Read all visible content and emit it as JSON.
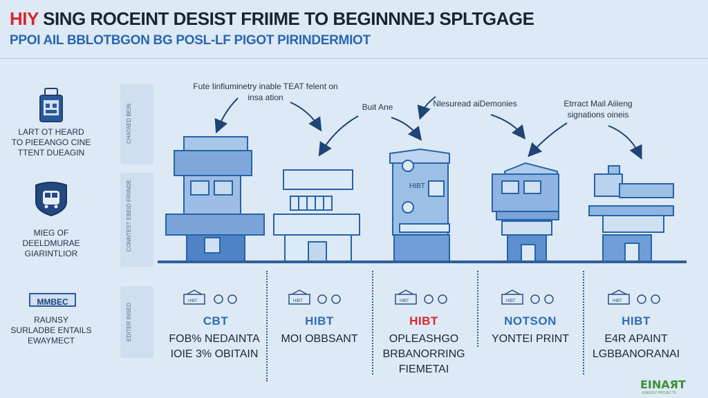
{
  "header": {
    "title_highlight": "HIY",
    "title_rest": " SING ROCEINT DESIST FRIIME TO BEGINNNEJ SPLTGAGE",
    "subtitle": "PPOI AIL BBLOTBGON BG POSL-LF PIGOT PIRINDERMIOT"
  },
  "left_panel": [
    {
      "icon": "building-badge-icon",
      "lines": [
        "LART OT HEARD",
        "TO PIEEANGO CINE",
        "TTENT DUEAGIN"
      ]
    },
    {
      "icon": "train-shield-icon",
      "lines": [
        "MIEG OF",
        "DEELDMURAE",
        "GIARINTLIOR"
      ]
    },
    {
      "icon": "label-tag-icon",
      "badge": "MMBEC",
      "lines": [
        "RAUNSY",
        "SURLADBE ENTAILS",
        "EWAYMECT"
      ]
    }
  ],
  "side_labels": [
    "CHATAED BEIN",
    "CONNTEST EBEID FRIINDE",
    "EDITER INSED"
  ],
  "annotations": [
    {
      "lines": [
        "Fute Iinfiuminetry inable TEAT felent on",
        "insa ation"
      ]
    },
    {
      "lines": [
        "Buit Ane"
      ]
    },
    {
      "lines": [
        "Nlesuread aiDemonies"
      ]
    },
    {
      "lines": [
        "Etrract Mail Aiiieng",
        "signations oineis"
      ]
    }
  ],
  "columns": [
    {
      "code": "CBT",
      "code_color": "#2f6cb5",
      "desc": [
        "FOB% NEDAINTA",
        "IOIE 3% OBITAIN"
      ],
      "icon_badge": "HIBT"
    },
    {
      "code": "HIBT",
      "code_color": "#2f6cb5",
      "desc": [
        "MOI OBBSANT"
      ],
      "icon_badge": "HIBT"
    },
    {
      "code": "HIBT",
      "code_color": "#d8262f",
      "desc": [
        "OPLEASHGO",
        "BRBANORRING",
        "FIEMETAI"
      ],
      "icon_badge": "HIBT"
    },
    {
      "code": "NOTSON",
      "code_color": "#2f6cb5",
      "desc": [
        "YONTEI PRINT"
      ],
      "icon_badge": "HIBT"
    },
    {
      "code": "HIBT",
      "code_color": "#2f6cb5",
      "desc": [
        "E4R APAINT",
        "LGBBANORANAI"
      ],
      "icon_badge": "HIBT"
    }
  ],
  "logo": {
    "text": "EINAЯT",
    "sub": "ENERGY PROJECTS"
  },
  "colors": {
    "accent": "#2f6cb5",
    "highlight": "#d8262f",
    "dark": "#1b2433",
    "bg": "#dde9f5"
  }
}
